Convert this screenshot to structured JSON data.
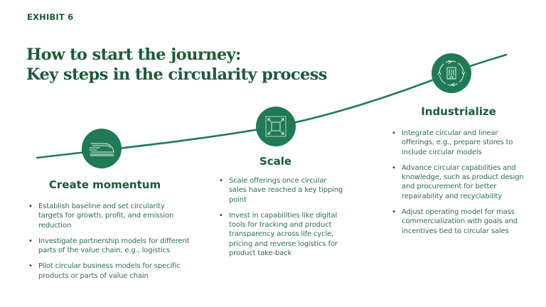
{
  "exhibit_label": "EXHIBIT 6",
  "title": {
    "line1": "How to start the journey:",
    "line2": "Key steps in the circularity process"
  },
  "colors": {
    "brand_green": "#1d5a3c",
    "circle_green": "#1f7a55",
    "curve_green": "#1f7a55",
    "body_text": "#2f6e52"
  },
  "stages": [
    {
      "title": "Create momentum",
      "icon": "train-icon",
      "bullets": [
        "Establish baseline and set circularity targets for growth, profit, and emission reduction",
        "Investigate partnership models for different parts of the value chain, e.g., logistics",
        "Pilot circular business models for specific products or parts of value chain"
      ]
    },
    {
      "title": "Scale",
      "icon": "expand-square-icon",
      "bullets": [
        "Scale offerings once circular sales have reached a key tipping point",
        "Invest in capabilities like digital tools for tracking and product transparency across life cycle, pricing and reverse logistics for product take-back"
      ]
    },
    {
      "title": "Industrialize",
      "icon": "building-cycle-icon",
      "bullets": [
        "Integrate circular and linear offerings, e.g., prepare stores to include circular models",
        "Advance circular capabilities and knowledge, such as product design and procurement for better repairability and recyclability",
        "Adjust operating model for mass commercialization with goals and incentives tied to circular sales"
      ]
    }
  ]
}
